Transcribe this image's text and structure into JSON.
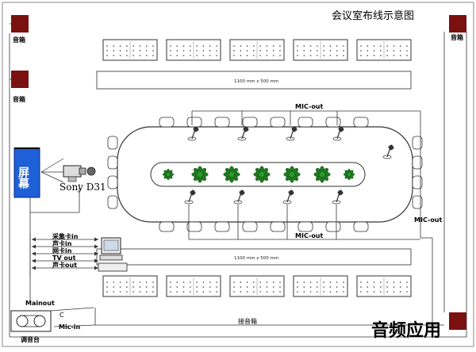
{
  "title": "会议室布线示意图",
  "brand": "音频应用",
  "speaker_label": "音箱",
  "screen_label": "屏幕",
  "camera_label": "Sony D31",
  "mic_out_label": "MIC-out",
  "stage_dims": "1100 mm x 500 mm",
  "pc_lines": [
    "采集卡in",
    "声卡in",
    "网卡in",
    "TV out",
    "声卡out"
  ],
  "mainout_label": "Mainout",
  "c_label": "C",
  "micin_label": "Mic-in",
  "mixer_label": "调音台",
  "floor_label": "接音箱",
  "colors": {
    "speaker": "#7a1010",
    "plant": "#1f7a1f",
    "screen": "#1f5fd8"
  }
}
